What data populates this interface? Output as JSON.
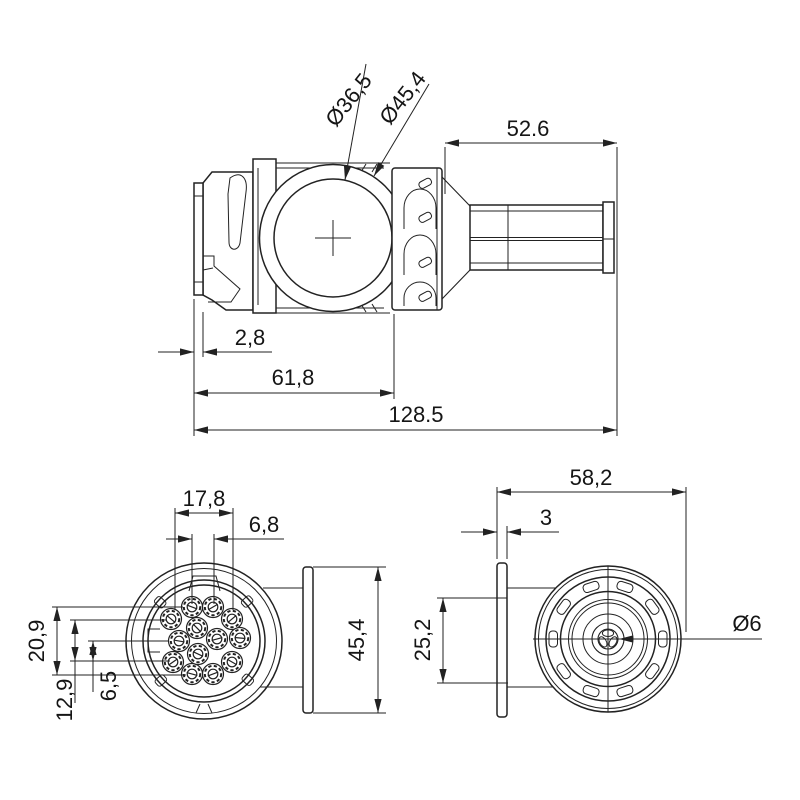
{
  "views": {
    "side": {
      "dims": {
        "inner_diameter": "Ø36,5",
        "outer_diameter": "Ø45,4",
        "sleeve_length": "52.6",
        "plate_thickness": "2,8",
        "body_length": "61,8",
        "total_length": "128.5"
      }
    },
    "front": {
      "dims": {
        "pin_cols_outer": "17,8",
        "pin_cols_inner": "6,8",
        "pin_rows_outer": "20,9",
        "pin_rows_mid": "12,9",
        "pin_rows_inner": "6,5",
        "flange_height": "45,4"
      }
    },
    "rear": {
      "dims": {
        "overall_width": "58,2",
        "flange_thickness": "3",
        "body_height": "25,2",
        "center_hole": "Ø6"
      }
    }
  }
}
